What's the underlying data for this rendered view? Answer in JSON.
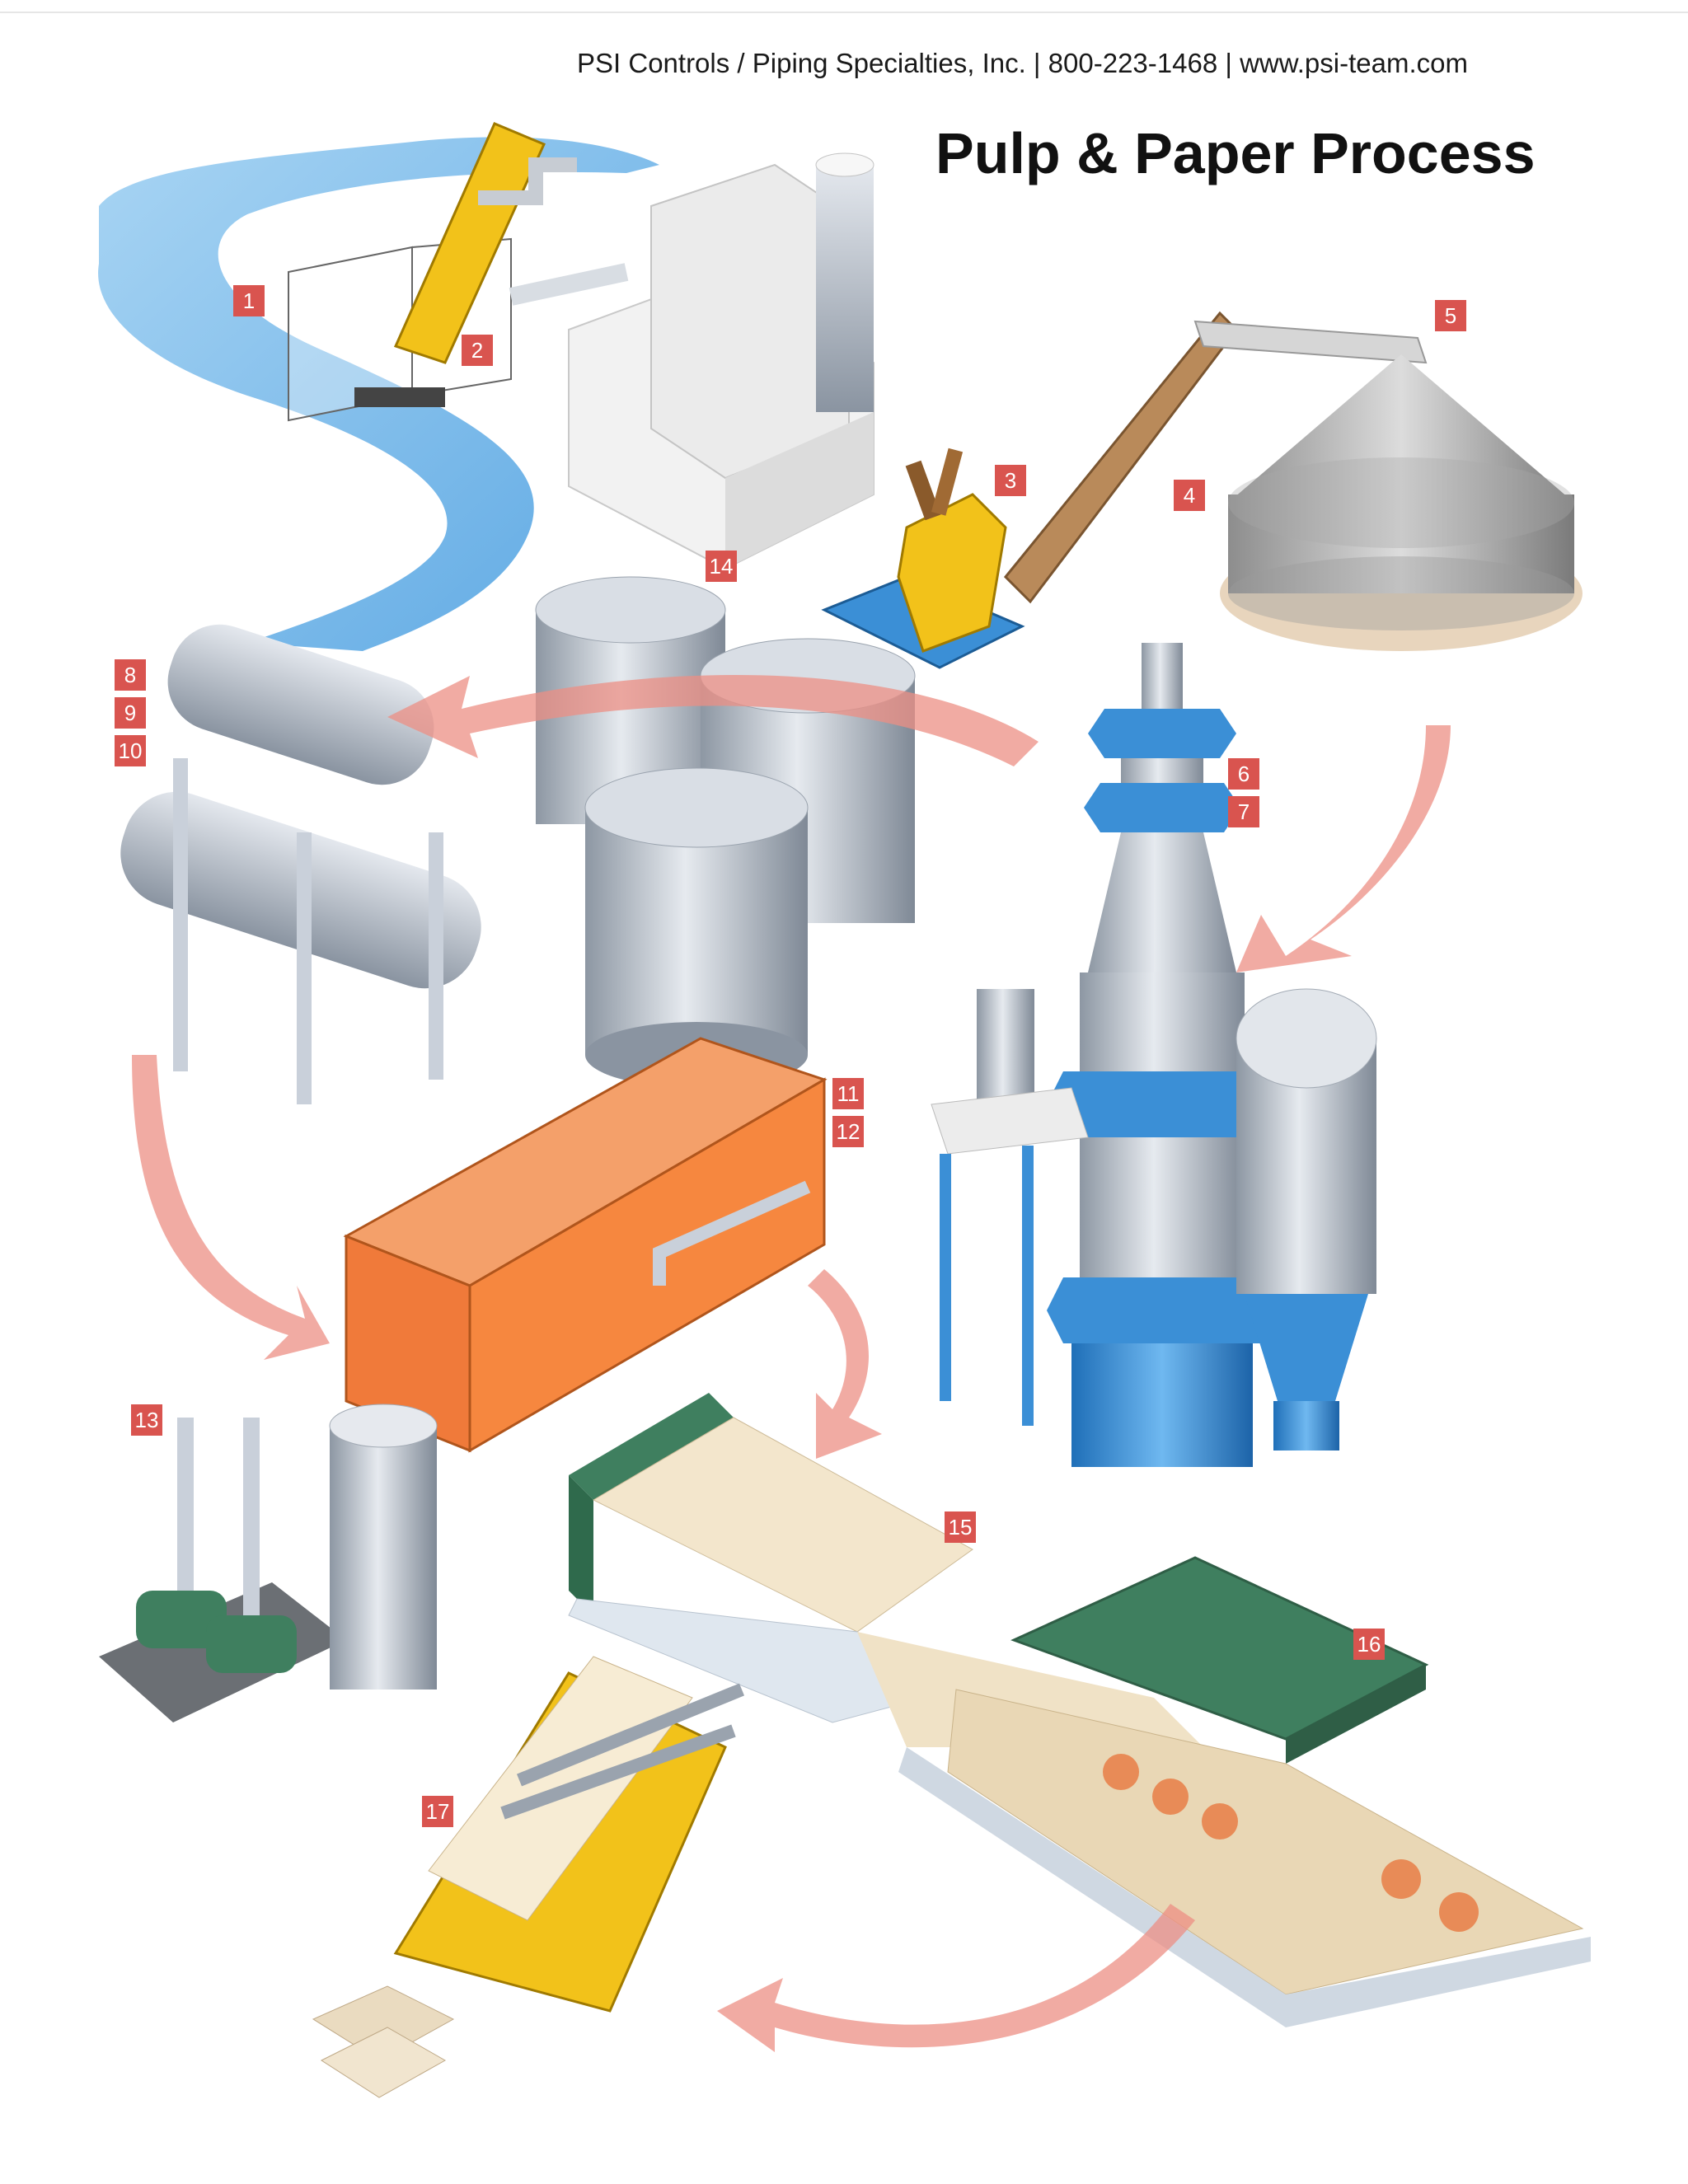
{
  "header": {
    "contact_line": "PSI Controls / Piping Specialties, Inc. | 800-223-1468 | www.psi-team.com"
  },
  "title": "Pulp & Paper Process",
  "steps": {
    "s1": "1",
    "s2": "2",
    "s3": "3",
    "s4": "4",
    "s5": "5",
    "s6": "6",
    "s7": "7",
    "s8": "8",
    "s9": "9",
    "s10": "10",
    "s11": "11",
    "s12": "12",
    "s13": "13",
    "s14": "14",
    "s15": "15",
    "s16": "16",
    "s17": "17"
  },
  "colors": {
    "badge": "#d9544f",
    "arrow": "#f0a8a0",
    "river": "#5aa8e0",
    "steel": "#b8bfc8",
    "blue_equipment": "#3b8fd6",
    "yellow_equipment": "#f2c21a",
    "orange_tank": "#f07a3a",
    "green_equipment": "#3f7f5f",
    "paper": "#f3e6cc"
  },
  "icons": [
    "river-intake",
    "screen-filter",
    "mill-building",
    "wood-chipper",
    "conveyor",
    "chip-pile",
    "digester-tower",
    "storage-tanks",
    "heat-exchanger",
    "orange-tank",
    "pump-skid",
    "paper-machine",
    "dryer-section",
    "cutter-stacker"
  ]
}
